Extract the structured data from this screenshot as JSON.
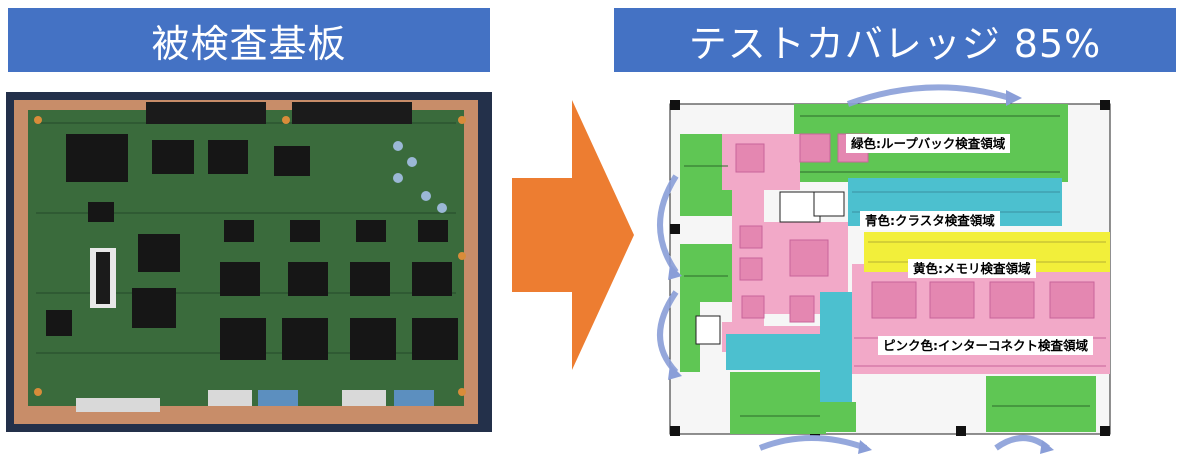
{
  "left_title": "被検査基板",
  "right_title": "テストカバレッジ 85%",
  "legend": {
    "green": "緑色:ループバック検査領域",
    "blue": "青色:クラスタ検査領域",
    "yellow": "黄色:メモリ検査領域",
    "pink": "ピンク色:インターコネクト検査領域"
  },
  "colors": {
    "banner": "#4472c4",
    "arrow": "#ed7d31",
    "green": "#5fc654",
    "blue": "#4cc0cf",
    "yellow": "#f2ef3a",
    "pink": "#f2a9c8",
    "loop_arrow": "#8a9ed8",
    "pcb_green": "#3a6b3c",
    "pcb_edge": "#c88d69"
  }
}
